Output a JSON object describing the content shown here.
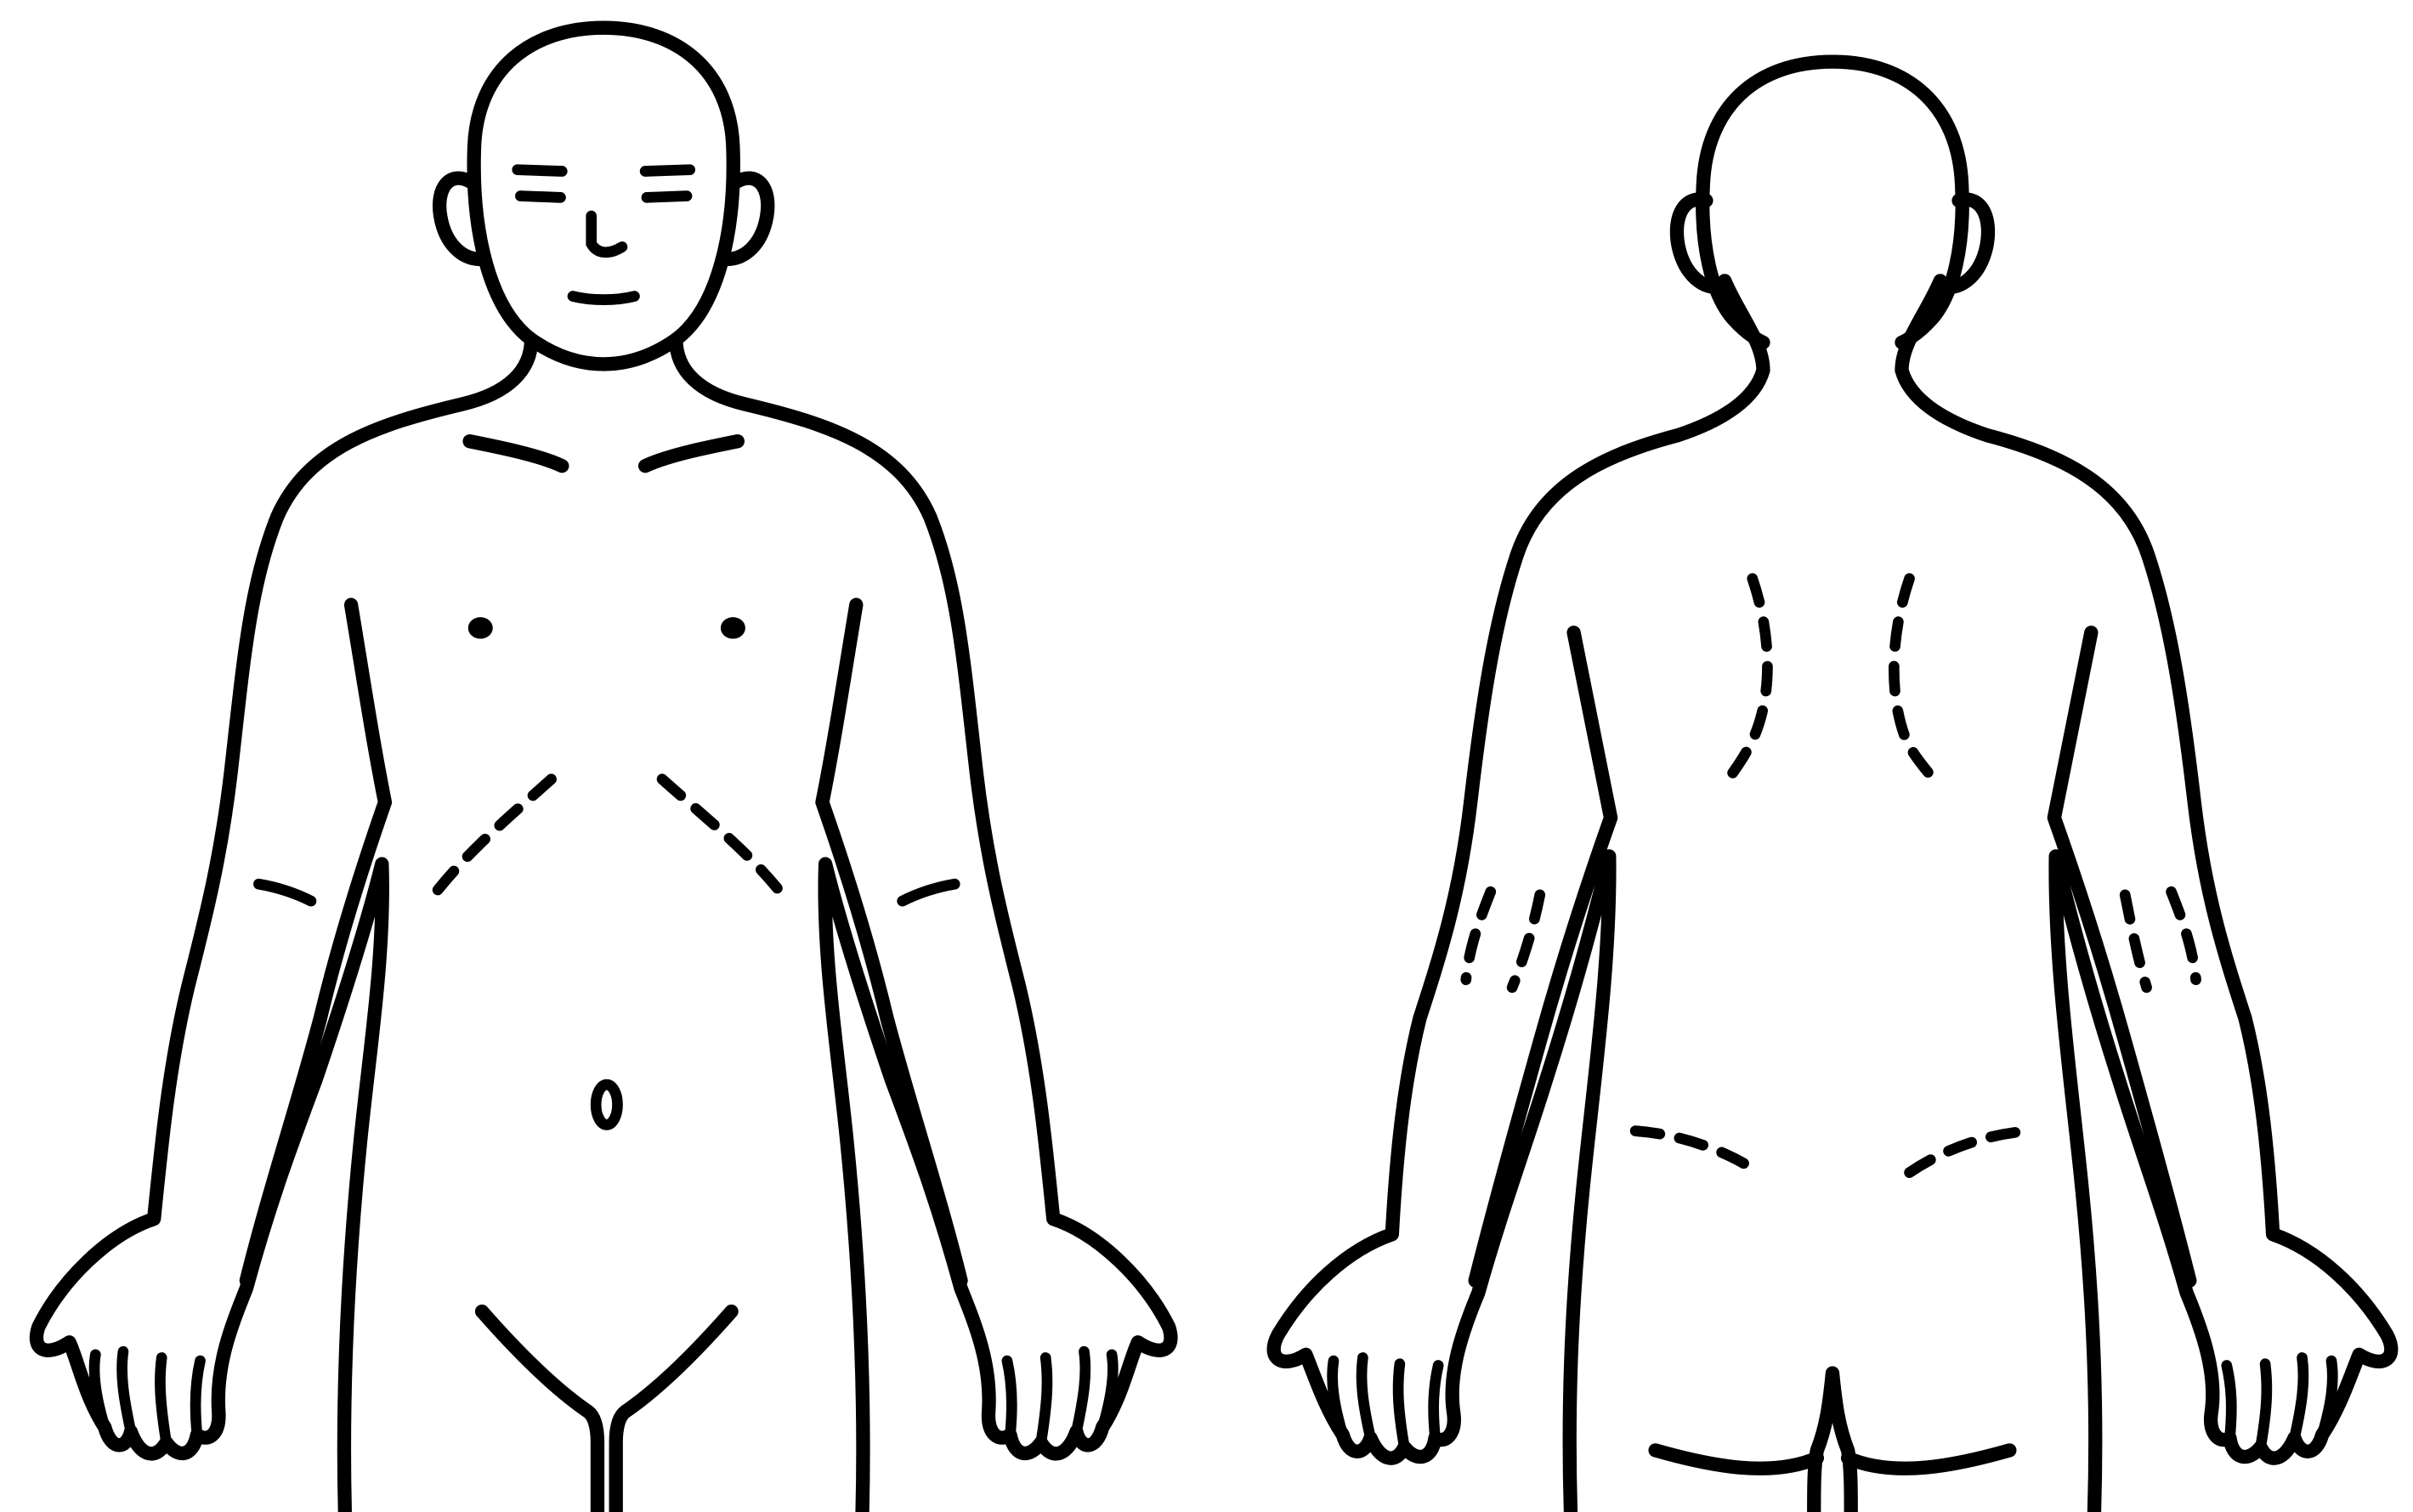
{
  "figure": {
    "views": [
      {
        "id": "front",
        "view": "anterior"
      },
      {
        "id": "back",
        "view": "posterior"
      }
    ],
    "colors": {
      "outline": "#000000",
      "background": "#ffffff"
    }
  }
}
